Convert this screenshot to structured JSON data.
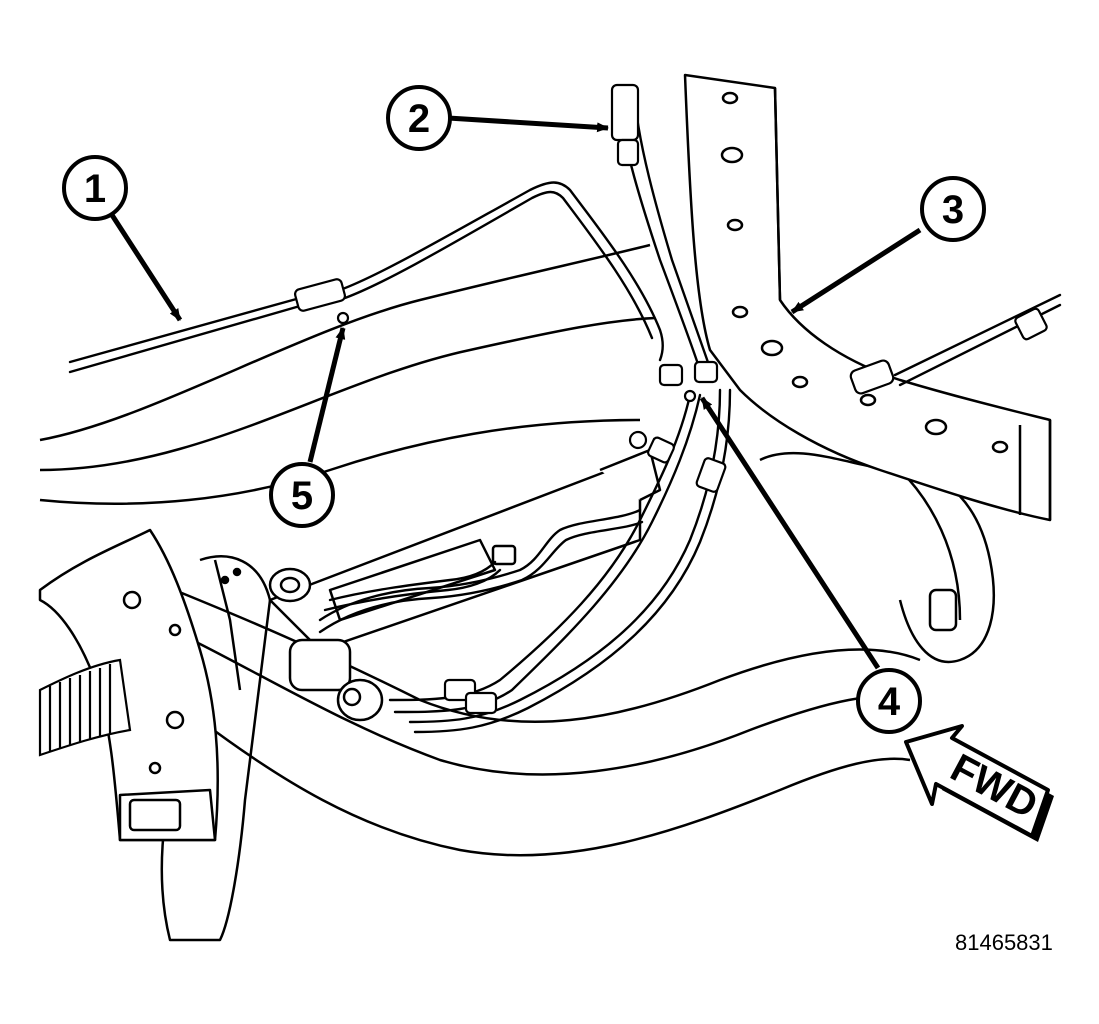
{
  "callouts": [
    "1",
    "2",
    "3",
    "4",
    "5"
  ],
  "direction_label": "FWD",
  "figure_id": "81465831"
}
